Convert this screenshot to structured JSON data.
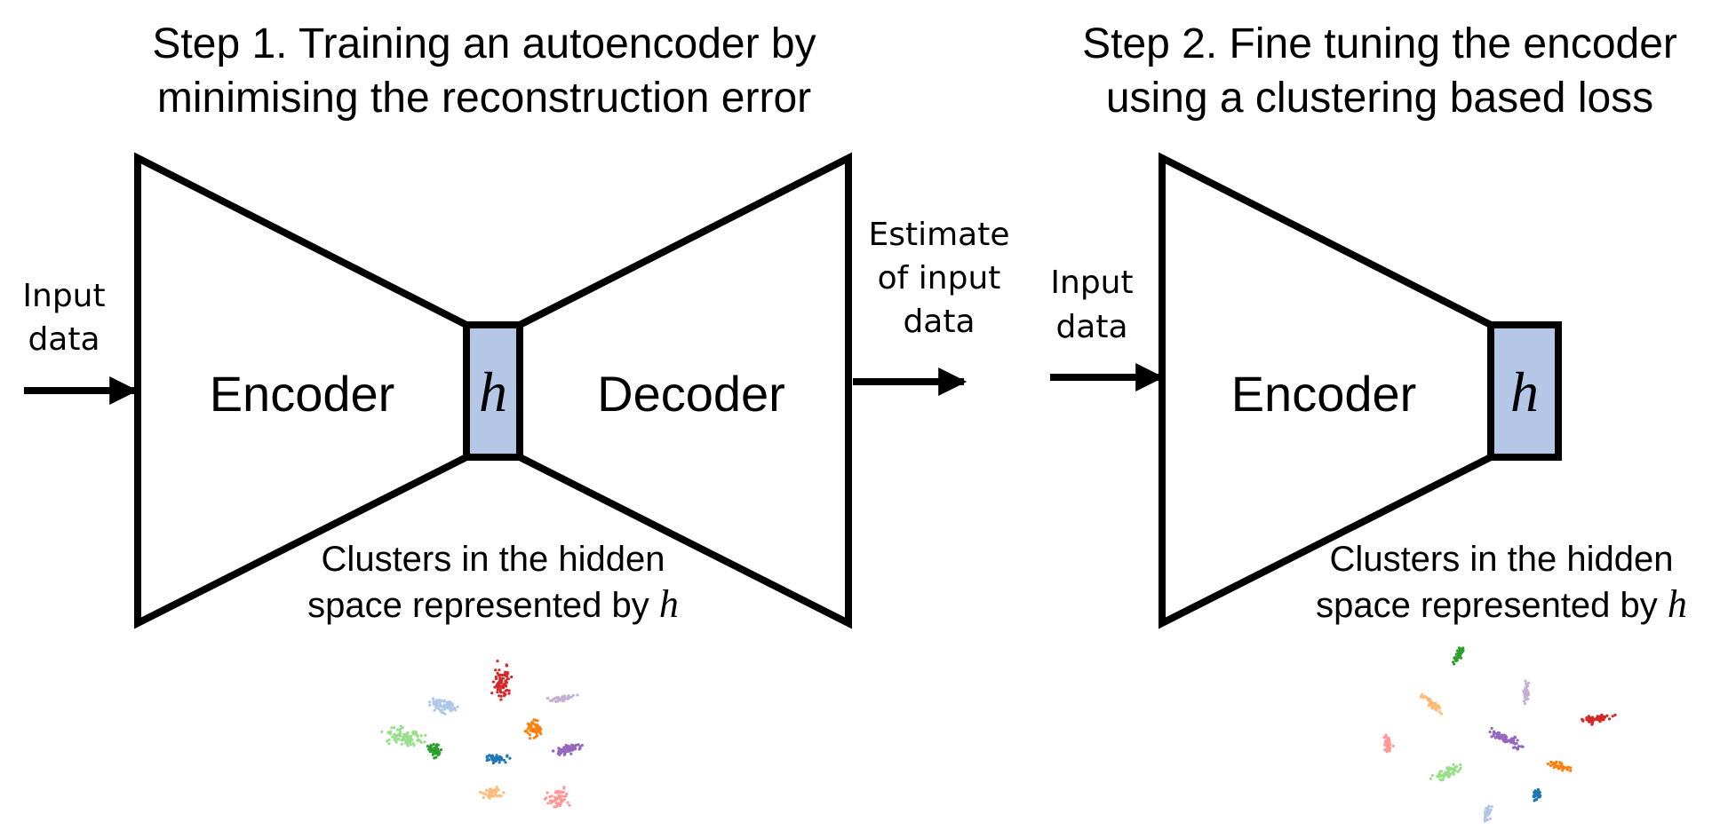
{
  "step1": {
    "title_line1": "Step 1. Training an autoencoder by",
    "title_line2": "minimising the reconstruction error",
    "input_label_line1": "Input",
    "input_label_line2": "data",
    "encoder_label": "Encoder",
    "decoder_label": "Decoder",
    "hidden_symbol": "h",
    "output_label_line1": "Estimate",
    "output_label_line2": "of input",
    "output_label_line3": "data",
    "caption_line1": "Clusters in the hidden",
    "caption_line2_prefix": "space represented by ",
    "caption_symbol": "h"
  },
  "step2": {
    "title_line1": "Step 2. Fine tuning the encoder",
    "title_line2": "using a clustering based loss",
    "input_label_line1": "Input",
    "input_label_line2": "data",
    "encoder_label": "Encoder",
    "hidden_symbol": "h",
    "caption_line1": "Clusters in the hidden",
    "caption_line2_prefix": "space represented by ",
    "caption_symbol": "h"
  },
  "colors": {
    "hidden_fill": "#b4c7e7",
    "stroke": "#000000",
    "cluster_palette": [
      "#d62728",
      "#aec7e8",
      "#2ca02c",
      "#98df8a",
      "#ff7f0e",
      "#ffbb78",
      "#1f77b4",
      "#9467bd",
      "#c5b0d5",
      "#ff9896"
    ]
  }
}
